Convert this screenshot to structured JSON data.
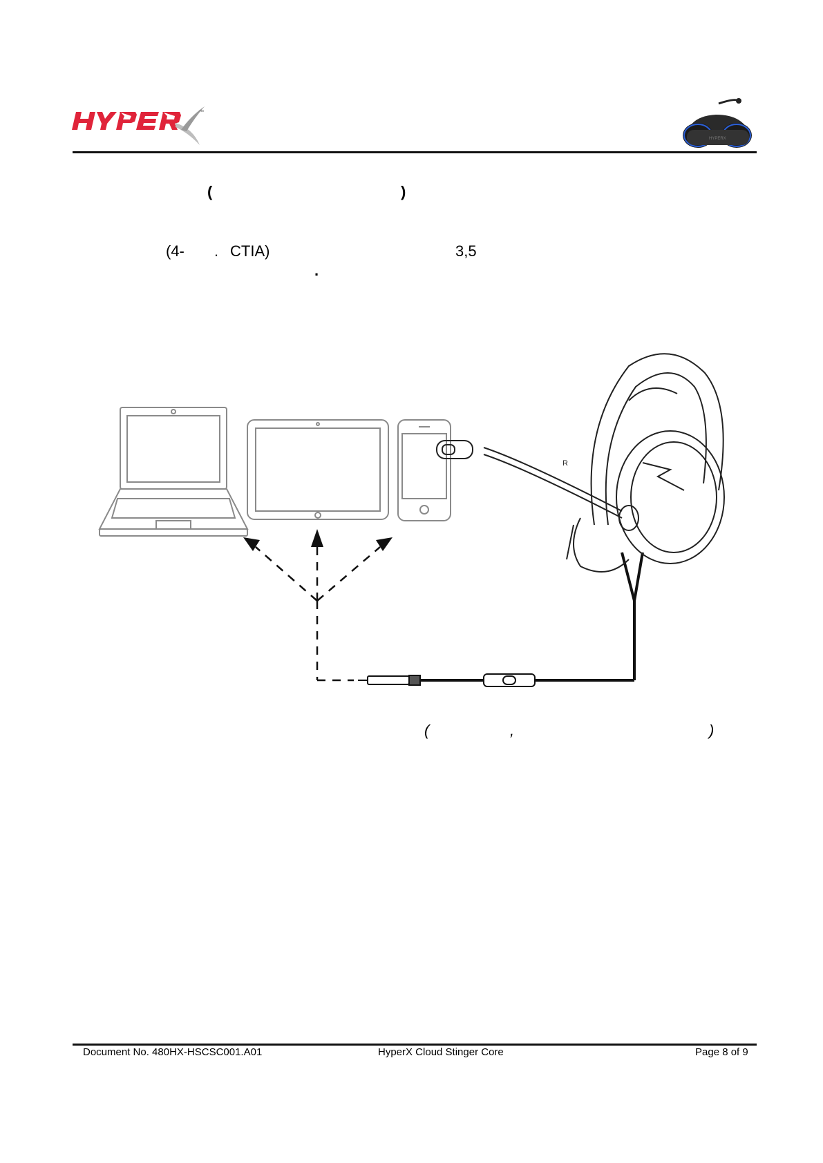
{
  "header": {
    "brand": "HYPERX",
    "trademark": "™"
  },
  "body_text": {
    "line1_open": "(",
    "line1_close": ")",
    "line2_part1": "(4-",
    "line2_part2": ".",
    "line2_part3": "CTIA)",
    "line2_part4": "3,5",
    "line3_period": ".",
    "caption_open": "(",
    "caption_comma": ",",
    "caption_close": ")"
  },
  "figure": {
    "earcup_label": "R"
  },
  "footer": {
    "document_no": "Document No. 480HX-HSCSC001.A01",
    "product": "HyperX Cloud Stinger Core",
    "page": "Page 8 of 9"
  },
  "colors": {
    "brand_red": "#e0243a",
    "rule": "#111111",
    "device_gray": "#8a8a8a",
    "line_art": "#222222"
  }
}
